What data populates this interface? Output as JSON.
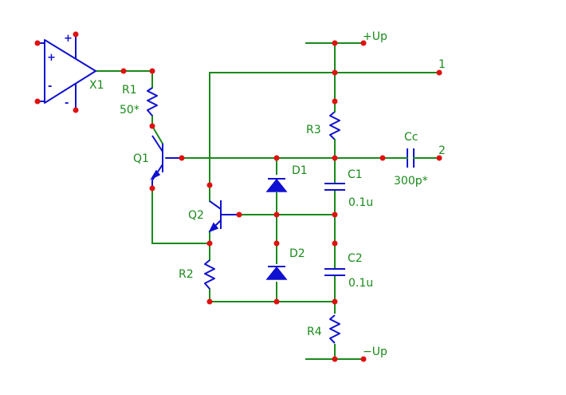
{
  "opamp": {
    "designator": "X1",
    "plus_pin": "+",
    "minus_pin": "-",
    "supply_plus": "+",
    "supply_minus": "-"
  },
  "resistors": {
    "r1": {
      "designator": "R1",
      "value": "50*"
    },
    "r2": {
      "designator": "R2"
    },
    "r3": {
      "designator": "R3"
    },
    "r4": {
      "designator": "R4"
    }
  },
  "transistors": {
    "q1": {
      "designator": "Q1"
    },
    "q2": {
      "designator": "Q2"
    }
  },
  "diodes": {
    "d1": {
      "designator": "D1"
    },
    "d2": {
      "designator": "D2"
    }
  },
  "capacitors": {
    "c1": {
      "designator": "C1",
      "value": "0.1u"
    },
    "c2": {
      "designator": "C2",
      "value": "0.1u"
    },
    "cc": {
      "designator": "Cc",
      "value": "300p*"
    }
  },
  "ports": {
    "vplus": "+Up",
    "vminus": "−Up",
    "out1": "1",
    "out2": "2"
  },
  "colors": {
    "wire": "#1a8a1a",
    "component": "#1010d0",
    "node": "#e01010",
    "background": "#ffffff"
  }
}
